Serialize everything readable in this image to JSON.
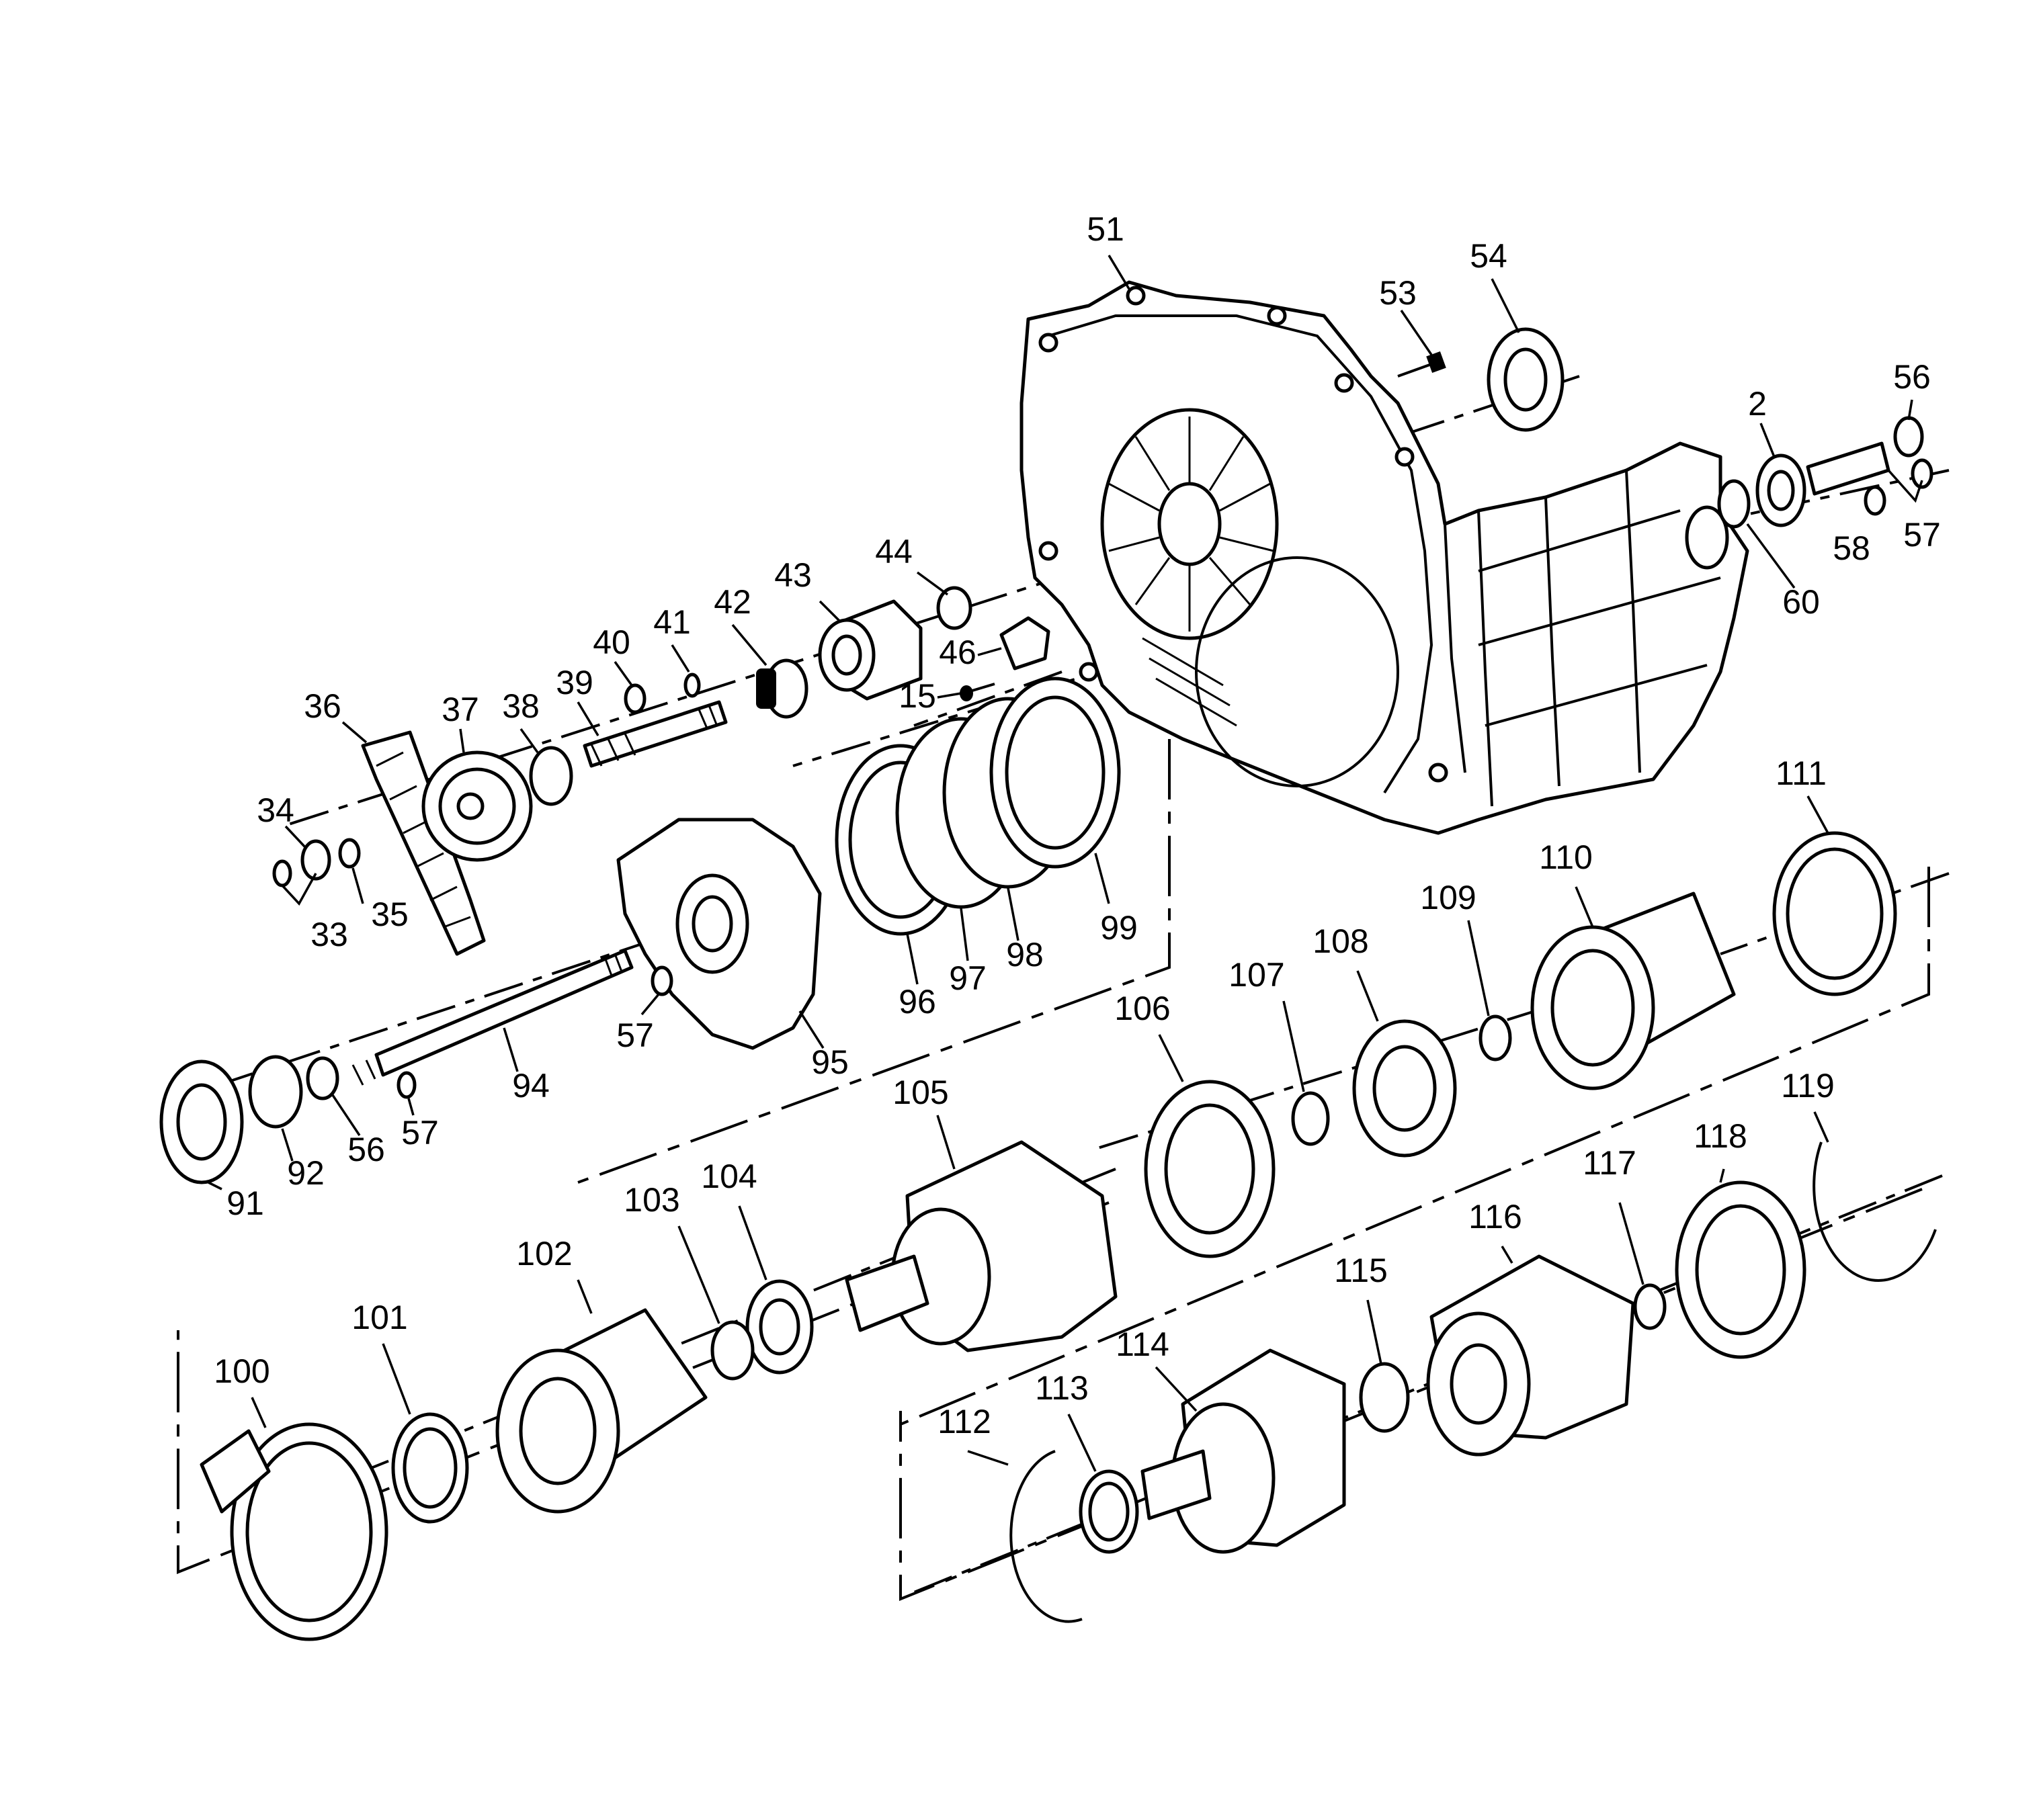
{
  "labels": [
    {
      "id": "51",
      "text": "51"
    },
    {
      "id": "53",
      "text": "53"
    },
    {
      "id": "54",
      "text": "54"
    },
    {
      "id": "56a",
      "text": "56"
    },
    {
      "id": "2",
      "text": "2"
    },
    {
      "id": "58",
      "text": "58"
    },
    {
      "id": "57a",
      "text": "57"
    },
    {
      "id": "60",
      "text": "60"
    },
    {
      "id": "44",
      "text": "44"
    },
    {
      "id": "43",
      "text": "43"
    },
    {
      "id": "42",
      "text": "42"
    },
    {
      "id": "41",
      "text": "41"
    },
    {
      "id": "40",
      "text": "40"
    },
    {
      "id": "39",
      "text": "39"
    },
    {
      "id": "38",
      "text": "38"
    },
    {
      "id": "37",
      "text": "37"
    },
    {
      "id": "36",
      "text": "36"
    },
    {
      "id": "46",
      "text": "46"
    },
    {
      "id": "15",
      "text": "15"
    },
    {
      "id": "34",
      "text": "34"
    },
    {
      "id": "35",
      "text": "35"
    },
    {
      "id": "33",
      "text": "33"
    },
    {
      "id": "95",
      "text": "95"
    },
    {
      "id": "96",
      "text": "96"
    },
    {
      "id": "97",
      "text": "97"
    },
    {
      "id": "98",
      "text": "98"
    },
    {
      "id": "99",
      "text": "99"
    },
    {
      "id": "57b",
      "text": "57"
    },
    {
      "id": "94",
      "text": "94"
    },
    {
      "id": "91",
      "text": "91"
    },
    {
      "id": "92",
      "text": "92"
    },
    {
      "id": "56b",
      "text": "56"
    },
    {
      "id": "57c",
      "text": "57"
    },
    {
      "id": "111",
      "text": "111"
    },
    {
      "id": "110",
      "text": "110"
    },
    {
      "id": "109",
      "text": "109"
    },
    {
      "id": "108",
      "text": "108"
    },
    {
      "id": "107",
      "text": "107"
    },
    {
      "id": "106",
      "text": "106"
    },
    {
      "id": "105",
      "text": "105"
    },
    {
      "id": "104",
      "text": "104"
    },
    {
      "id": "103",
      "text": "103"
    },
    {
      "id": "102",
      "text": "102"
    },
    {
      "id": "101",
      "text": "101"
    },
    {
      "id": "100",
      "text": "100"
    },
    {
      "id": "119",
      "text": "119"
    },
    {
      "id": "118",
      "text": "118"
    },
    {
      "id": "117",
      "text": "117"
    },
    {
      "id": "116",
      "text": "116"
    },
    {
      "id": "115",
      "text": "115"
    },
    {
      "id": "114",
      "text": "114"
    },
    {
      "id": "113",
      "text": "113"
    },
    {
      "id": "112",
      "text": "112"
    }
  ]
}
